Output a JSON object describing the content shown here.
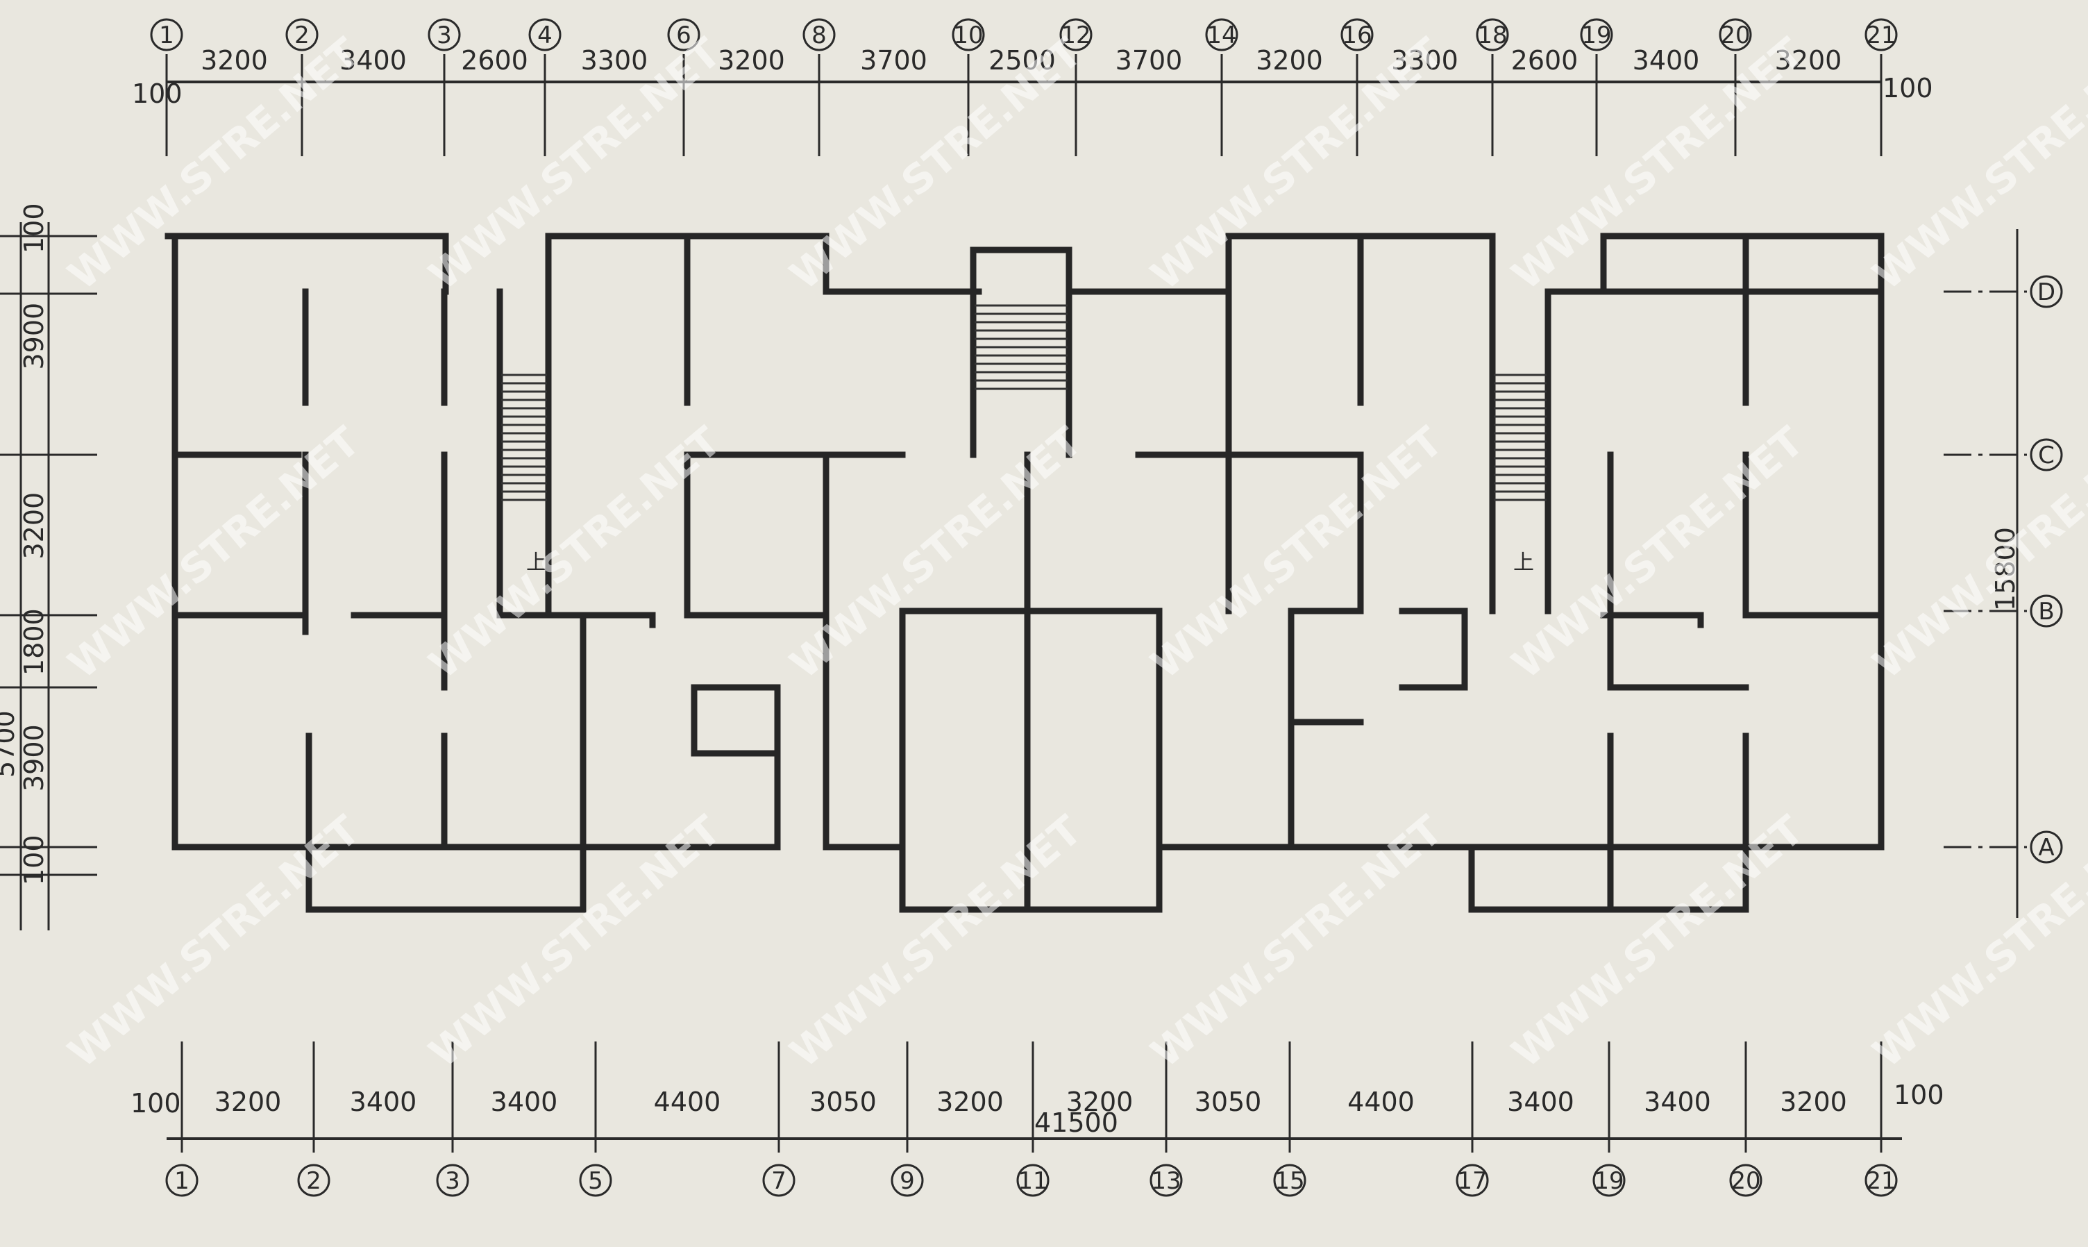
{
  "top_axes": [
    "1",
    "2",
    "3",
    "4",
    "6",
    "8",
    "10",
    "12",
    "14",
    "16",
    "18",
    "19",
    "20",
    "21"
  ],
  "top_dims": [
    "3200",
    "3400",
    "2600",
    "3300",
    "3200",
    "3700",
    "2500",
    "3700",
    "3200",
    "3300",
    "2600",
    "3400",
    "3200"
  ],
  "top_edge": {
    "left": "100",
    "right": "100"
  },
  "bottom_axes": [
    "1",
    "2",
    "3",
    "5",
    "7",
    "9",
    "11",
    "13",
    "15",
    "17",
    "19",
    "20",
    "21"
  ],
  "bottom_dims": [
    "3200",
    "3400",
    "3400",
    "4400",
    "3050",
    "3200",
    "3200",
    "3050",
    "4400",
    "3400",
    "3400",
    "3200"
  ],
  "bottom_edge": {
    "left": "100",
    "right": "100"
  },
  "overall_length": "41500",
  "right_axes": [
    "D",
    "C",
    "B",
    "A"
  ],
  "overall_depth": "15800",
  "left_dims": [
    "100",
    "3900",
    "3200",
    "1800",
    "3900",
    "100"
  ],
  "left_totals": [
    "5700"
  ],
  "stair_label": "上",
  "watermark": "WWW.STRE.NET"
}
